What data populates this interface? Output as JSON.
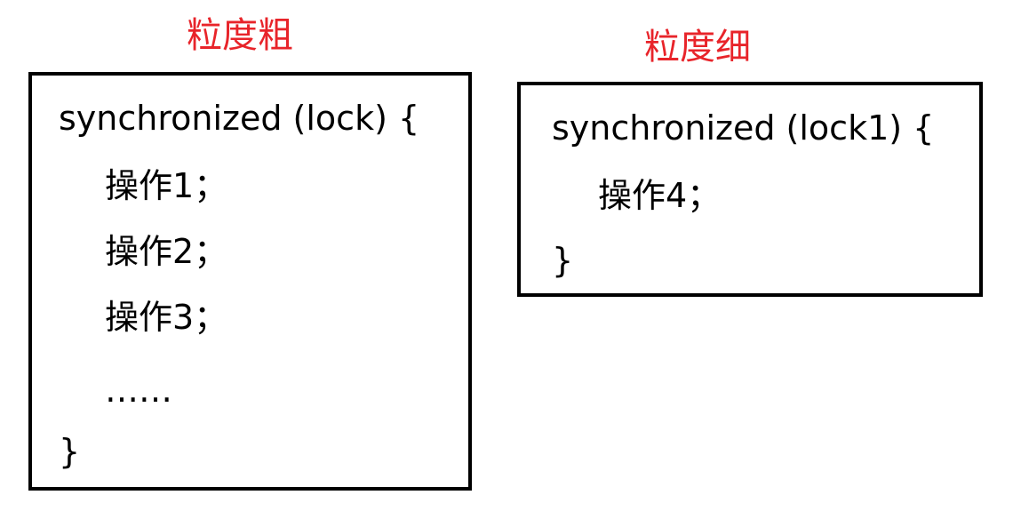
{
  "colors": {
    "title": "#e8242a",
    "code_text": "#000000",
    "box_border": "#000000",
    "background": "#ffffff"
  },
  "coarse": {
    "title": "粒度粗",
    "lines": [
      "synchronized (lock) {",
      "操作1；",
      "操作2；",
      "操作3；",
      "……",
      "}"
    ]
  },
  "fine": {
    "title": "粒度细",
    "lines": [
      "synchronized (lock1) {",
      "操作4；",
      "}"
    ]
  }
}
